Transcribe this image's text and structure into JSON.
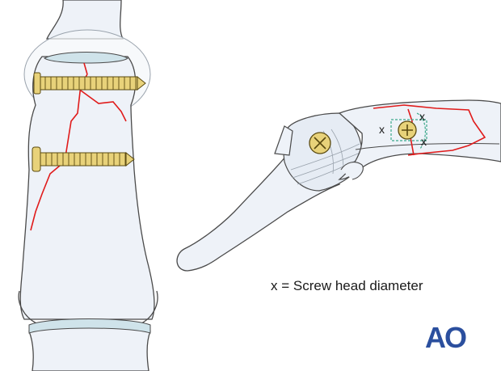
{
  "labels": {
    "x_top": "x",
    "x_left": "x",
    "x_bottom": "x"
  },
  "legend": {
    "text": "x = Screw head diameter"
  },
  "logo": {
    "text": "AO"
  },
  "colors": {
    "bone_fill": "#eef2f8",
    "bone_outline": "#4a4a4a",
    "cartilage": "#cfe3ea",
    "fracture_line": "#e01b1b",
    "screw_gold": "#e8d27a",
    "screw_outline": "#5a4a10",
    "guide_dash": "#3aa88a",
    "logo": "#2b4f9e"
  }
}
